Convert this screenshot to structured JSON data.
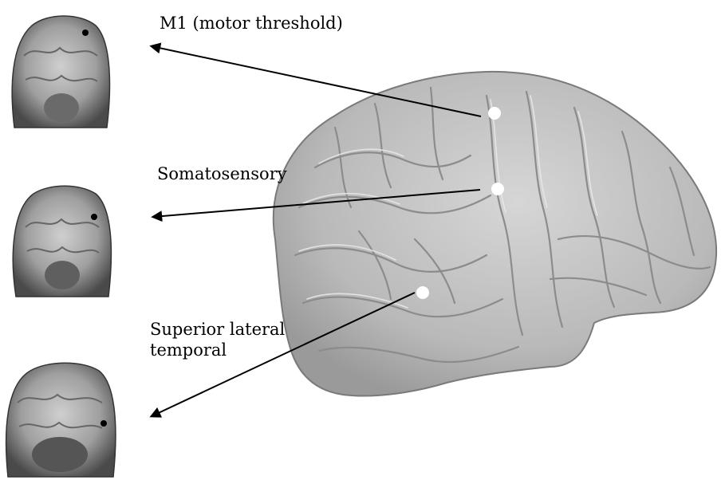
{
  "labels": {
    "m1": "M1 (motor threshold)",
    "somatosensory": "Somatosensory",
    "temporal": "Superior lateral\ntemporal"
  },
  "icons": {
    "brain": "brain-3d-render",
    "mri_slice": "coronal-mri-slice"
  },
  "colors": {
    "brain_fill": "#bdbdbd",
    "brain_edge": "#7a7a7a",
    "marker_white": "#ffffff",
    "marker_black": "#000000",
    "arrow": "#000000"
  }
}
